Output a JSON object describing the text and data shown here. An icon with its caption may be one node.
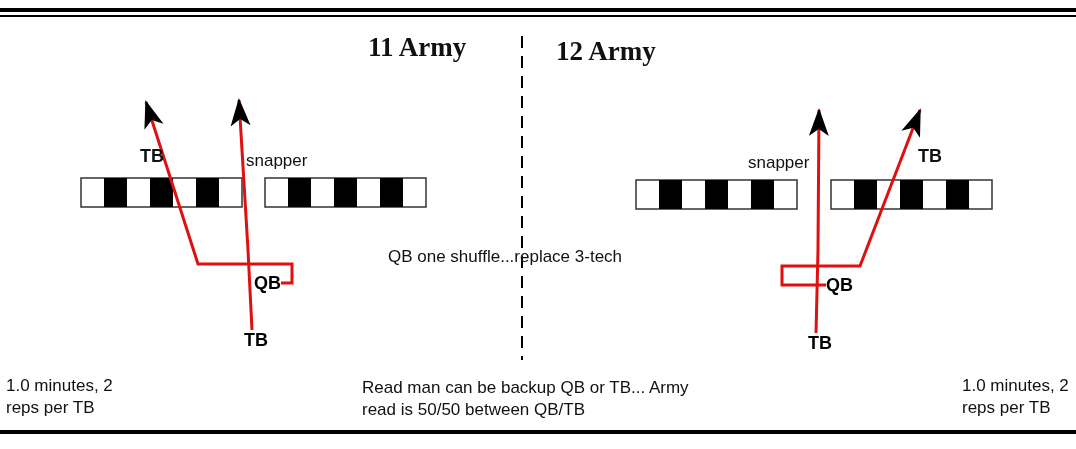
{
  "diagram": {
    "nodes": [
      {
        "text": [
          "QB"
        ]
      },
      {
        "text": [
          "TB"
        ]
      },
      {
        "text": [
          "QB"
        ]
      },
      {
        "text": [
          "TB"
        ]
      }
    ],
    "edges": [
      {
        "from": 1,
        "to": null,
        "arrow": "to"
      },
      {
        "from": 0,
        "to": null,
        "arrow": "to"
      },
      {
        "from": 3,
        "to": null,
        "arrow": "to"
      },
      {
        "from": 2,
        "to": null,
        "arrow": "to"
      }
    ],
    "labels": [
      "11 Army",
      "12 Army",
      "TB",
      "snapper",
      "snapper",
      "TB",
      "QB one shuffle...replace 3-tech",
      "1.0 minutes, 2 reps per TB",
      "Read man can be backup QB or TB... Army read is 50/50 between QB/TB",
      "1.0 minutes, 2 reps per TB"
    ]
  }
}
